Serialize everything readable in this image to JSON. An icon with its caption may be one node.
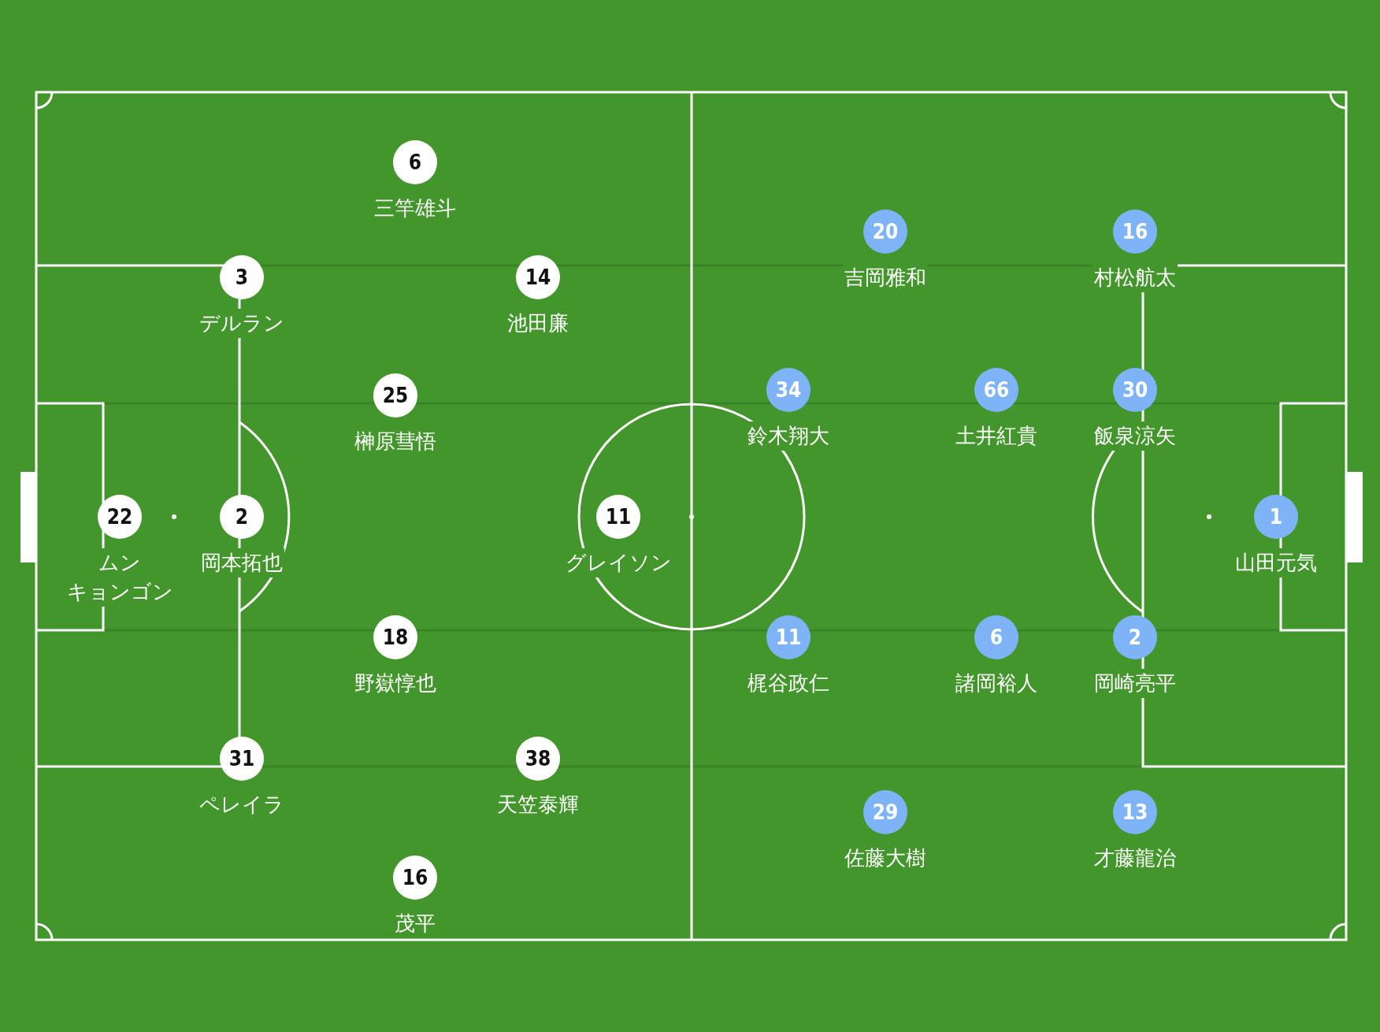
{
  "diagram": {
    "nodes": [
      {
        "text": [
          "6"
        ],
        "beside": [
          "三竿雄斗"
        ]
      },
      {
        "text": [
          "3"
        ],
        "beside": [
          "デルラン"
        ]
      },
      {
        "text": [
          "14"
        ],
        "beside": [
          "池田廉"
        ]
      },
      {
        "text": [
          "25"
        ],
        "beside": [
          "榊原彗悟"
        ]
      },
      {
        "text": [
          "22"
        ],
        "beside": [
          "ムンキョンゴン"
        ]
      },
      {
        "text": [
          "2"
        ],
        "beside": [
          "岡本拓也"
        ]
      },
      {
        "text": [
          "11"
        ],
        "beside": [
          "グレイソン"
        ]
      },
      {
        "text": [
          "18"
        ],
        "beside": [
          "野嶽惇也"
        ]
      },
      {
        "text": [
          "31"
        ],
        "beside": [
          "ペレイラ"
        ]
      },
      {
        "text": [
          "38"
        ],
        "beside": [
          "天笠泰輝"
        ]
      },
      {
        "text": [
          "16"
        ],
        "beside": [
          "茂平"
        ]
      },
      {
        "text": [
          "20"
        ],
        "beside": [
          "吉岡雅和"
        ]
      },
      {
        "text": [
          "16"
        ],
        "beside": [
          "村松航太"
        ]
      },
      {
        "text": [
          "34"
        ],
        "beside": [
          "鈴木翔大"
        ]
      },
      {
        "text": [
          "66"
        ],
        "beside": [
          "土井紅貴"
        ]
      },
      {
        "text": [
          "30"
        ],
        "beside": [
          "飯泉涼矢"
        ]
      },
      {
        "text": [
          "1"
        ],
        "beside": [
          "山田元気"
        ]
      },
      {
        "text": [
          "11"
        ],
        "beside": [
          "梶谷政仁"
        ]
      },
      {
        "text": [
          "6"
        ],
        "beside": [
          "諸岡裕人"
        ]
      },
      {
        "text": [
          "2"
        ],
        "beside": [
          "岡崎亮平"
        ]
      },
      {
        "text": [
          "29"
        ],
        "beside": [
          "佐藤大樹"
        ]
      },
      {
        "text": [
          "13"
        ],
        "beside": [
          "才藤龍治"
        ]
      }
    ]
  }
}
